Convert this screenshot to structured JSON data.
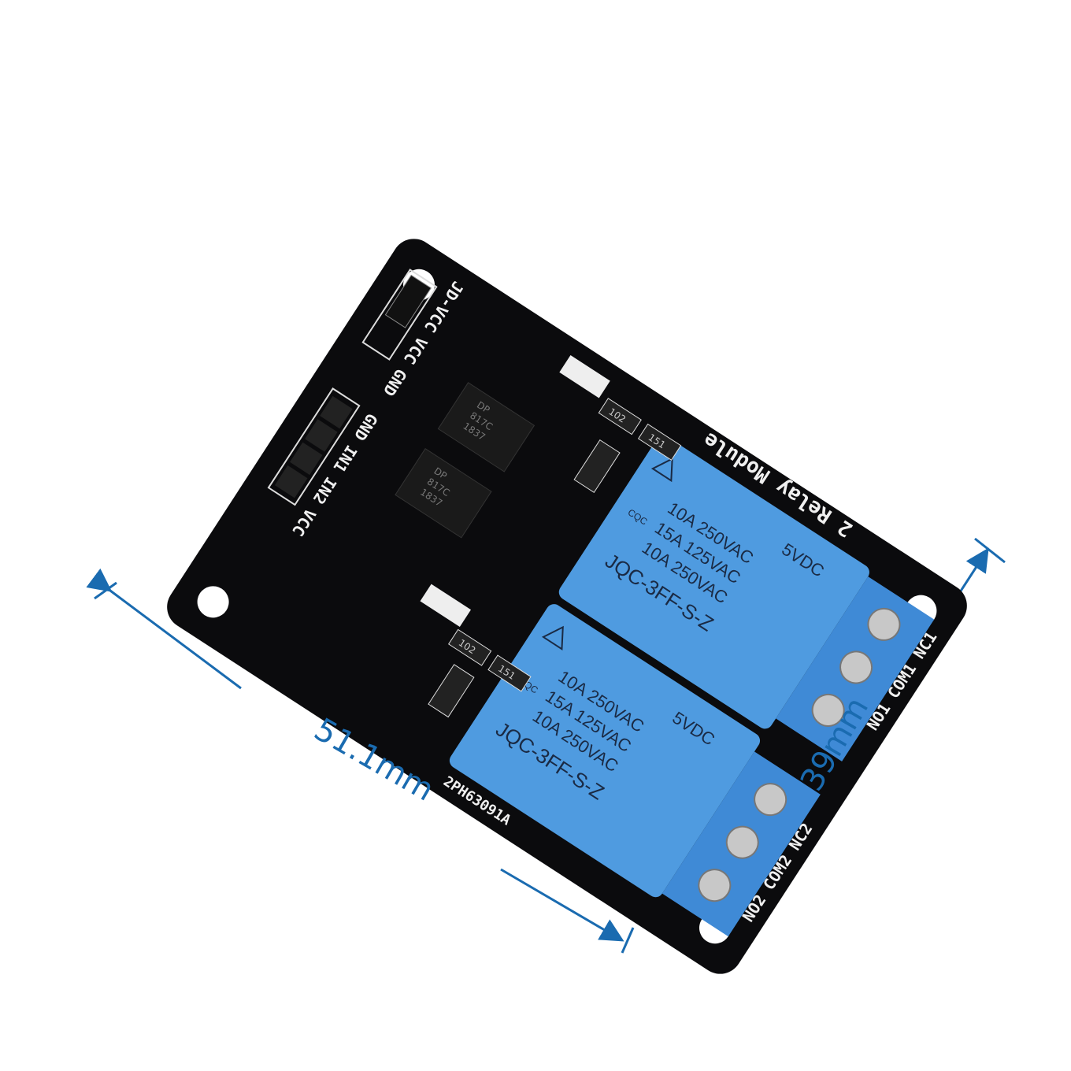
{
  "colors": {
    "dimension": "#1a6bb0",
    "pcb": "#0b0b0d",
    "relay": "#4f9be0",
    "terminal": "#3f8ad6",
    "silkscreen": "#f0f0f0"
  },
  "dimensions": {
    "width_label": "51.1mm",
    "height_label": "39mm"
  },
  "board": {
    "title": "2 Relay Module",
    "model": "JD-VCC VCC GND",
    "header_pins": "GND IN1 IN2 VCC",
    "serial": "2PH63091A",
    "terminals_1": "NO1 COM1 NC1",
    "terminals_2": "NO2 COM2 NC2"
  },
  "relay_1": {
    "voltage": "5VDC",
    "rating_1": "10A 250VAC",
    "rating_2": "15A 125VAC",
    "rating_3": "10A 250VAC",
    "model": "JQC-3FF-S-Z",
    "cert": "CQC"
  },
  "relay_2": {
    "voltage": "5VDC",
    "rating_1": "10A 250VAC",
    "rating_2": "15A 125VAC",
    "rating_3": "10A 250VAC",
    "model": "JQC-3FF-S-Z",
    "cert": "CQC"
  },
  "optocoupler_1": {
    "marking_1": "DP",
    "marking_2": "817C",
    "marking_3": "1837"
  },
  "optocoupler_2": {
    "marking_1": "DP",
    "marking_2": "817C",
    "marking_3": "1837"
  },
  "resistor_marking_1": "102",
  "resistor_marking_2": "151",
  "resistor_marking_3": "102",
  "resistor_marking_4": "151"
}
